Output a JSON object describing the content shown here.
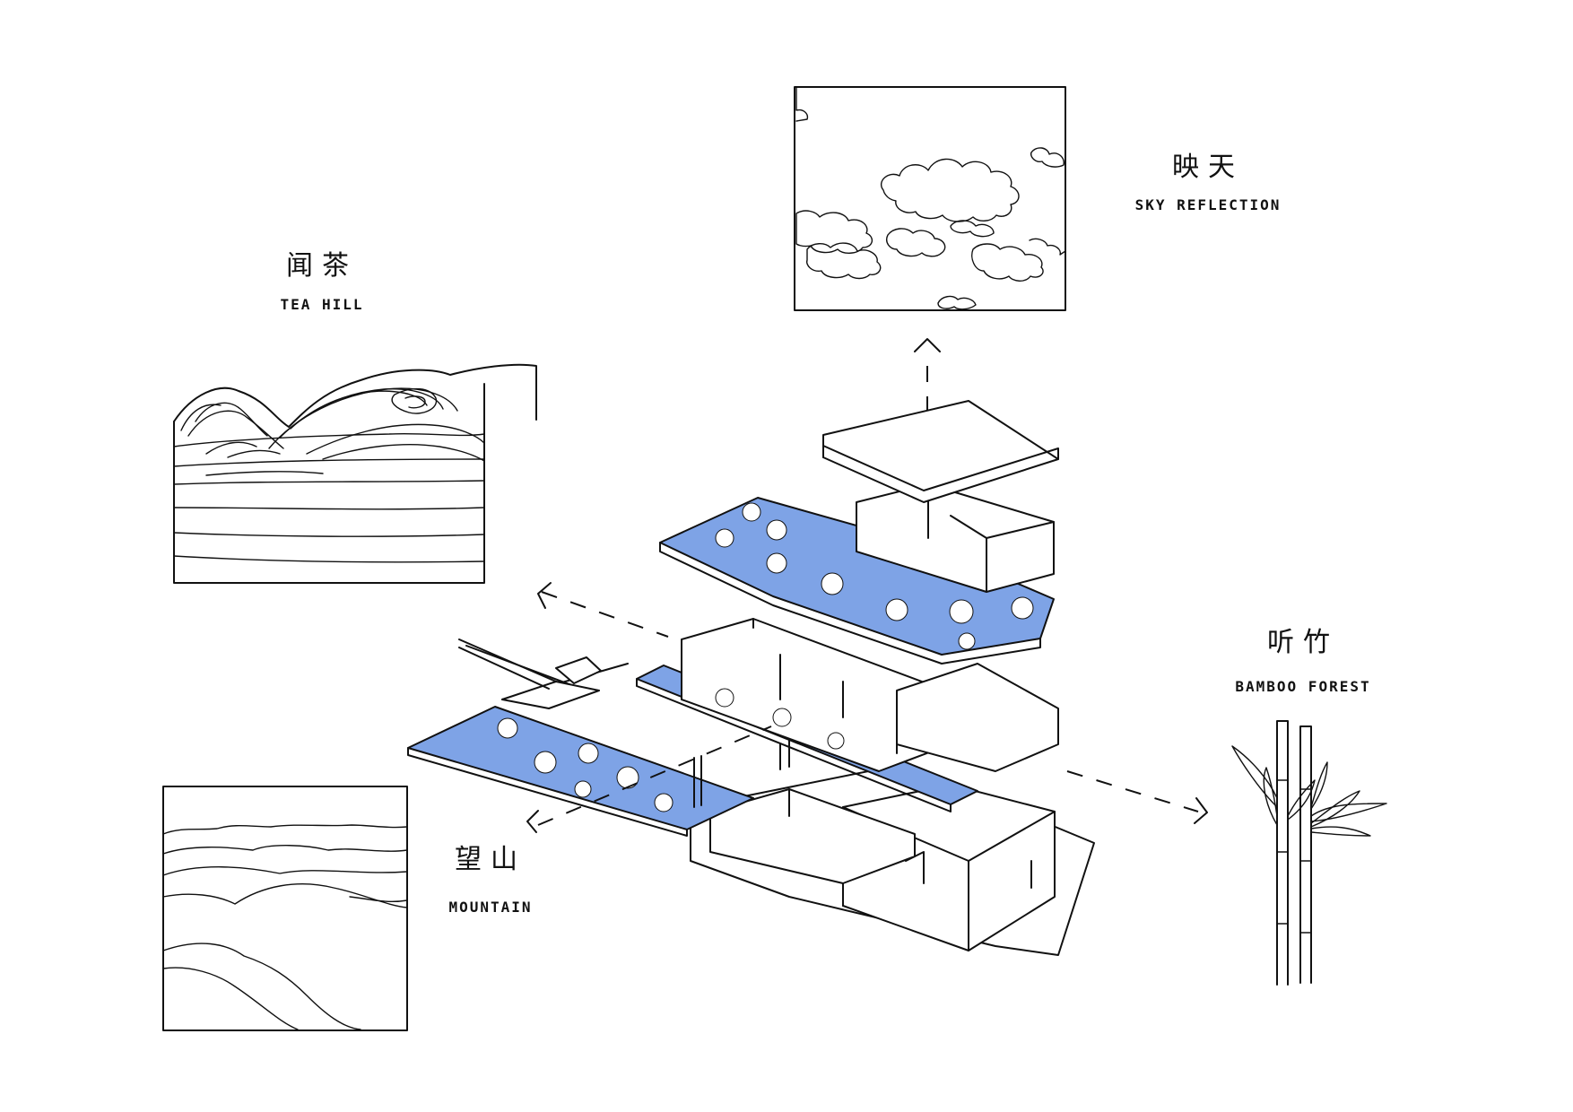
{
  "labels": {
    "sky": {
      "cn": "映天",
      "en": "SKY REFLECTION"
    },
    "tea": {
      "cn": "闻茶",
      "en": "TEA HILL"
    },
    "bamboo": {
      "cn": "听竹",
      "en": "BAMBOO FOREST"
    },
    "mountain": {
      "cn": "望山",
      "en": "MOUNTAIN"
    }
  },
  "colors": {
    "ink": "#111111",
    "pool_blue": "#7ea3e6",
    "cloud_white": "#ffffff",
    "background": "#ffffff"
  },
  "icons": [
    "sky-clouds-sketch",
    "tea-terraces-sketch",
    "mountain-ridges-sketch",
    "bamboo-sketch"
  ]
}
